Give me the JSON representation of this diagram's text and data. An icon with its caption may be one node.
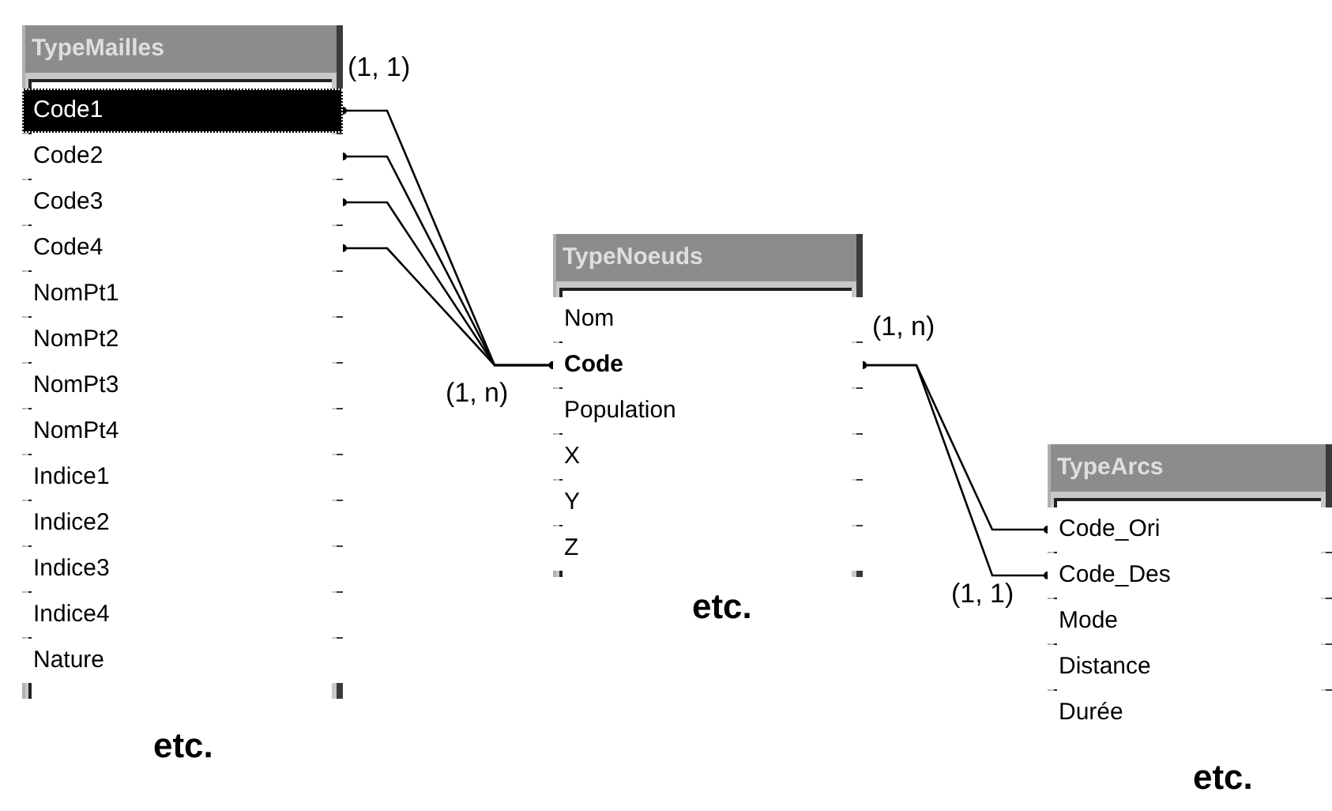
{
  "diagram": {
    "nodes": [
      {
        "text": [
          "TypeMailles"
        ]
      },
      {
        "text": [
          "Code1"
        ],
        "in": 0
      },
      {
        "text": [
          "Code2"
        ],
        "in": 0
      },
      {
        "text": [
          "Code3"
        ],
        "in": 0
      },
      {
        "text": [
          "Code4"
        ],
        "in": 0
      },
      {
        "text": [
          "NomPt1"
        ],
        "in": 0
      },
      {
        "text": [
          "NomPt2"
        ],
        "in": 0
      },
      {
        "text": [
          "NomPt3"
        ],
        "in": 0
      },
      {
        "text": [
          "NomPt4"
        ],
        "in": 0
      },
      {
        "text": [
          "Indice1"
        ],
        "in": 0
      },
      {
        "text": [
          "Indice2"
        ],
        "in": 0
      },
      {
        "text": [
          "Indice3"
        ],
        "in": 0
      },
      {
        "text": [
          "Indice4"
        ],
        "in": 0
      },
      {
        "text": [
          "Nature"
        ],
        "in": 0
      },
      {
        "text": [
          "TypeNoeuds"
        ]
      },
      {
        "text": [
          "Nom"
        ],
        "in": 14
      },
      {
        "text": [
          "Code"
        ],
        "in": 14
      },
      {
        "text": [
          "Population"
        ],
        "in": 14
      },
      {
        "text": [
          "X"
        ],
        "in": 14
      },
      {
        "text": [
          "Y"
        ],
        "in": 14
      },
      {
        "text": [
          "Z"
        ],
        "in": 14
      },
      {
        "text": [
          "TypeArcs"
        ]
      },
      {
        "text": [
          "Code_Ori"
        ],
        "in": 21
      },
      {
        "text": [
          "Code_Des"
        ],
        "in": 21
      },
      {
        "text": [
          "Mode"
        ],
        "in": 21
      },
      {
        "text": [
          "Distance"
        ],
        "in": 21
      },
      {
        "text": [
          "Durée"
        ],
        "in": 21
      }
    ],
    "edges": [
      {
        "from": 1,
        "to": 16,
        "arrow": "other"
      },
      {
        "from": 2,
        "to": 16,
        "arrow": "other"
      },
      {
        "from": 3,
        "to": 16,
        "arrow": "other"
      },
      {
        "from": 4,
        "to": 16,
        "arrow": "other"
      },
      {
        "from": 16,
        "to": 22,
        "arrow": "other"
      },
      {
        "from": 16,
        "to": 23,
        "arrow": "other"
      }
    ],
    "labels": [
      "(1, 1)",
      "(1, n)",
      "(1, n)",
      "(1, 1)",
      "etc.",
      "etc.",
      "etc."
    ]
  }
}
